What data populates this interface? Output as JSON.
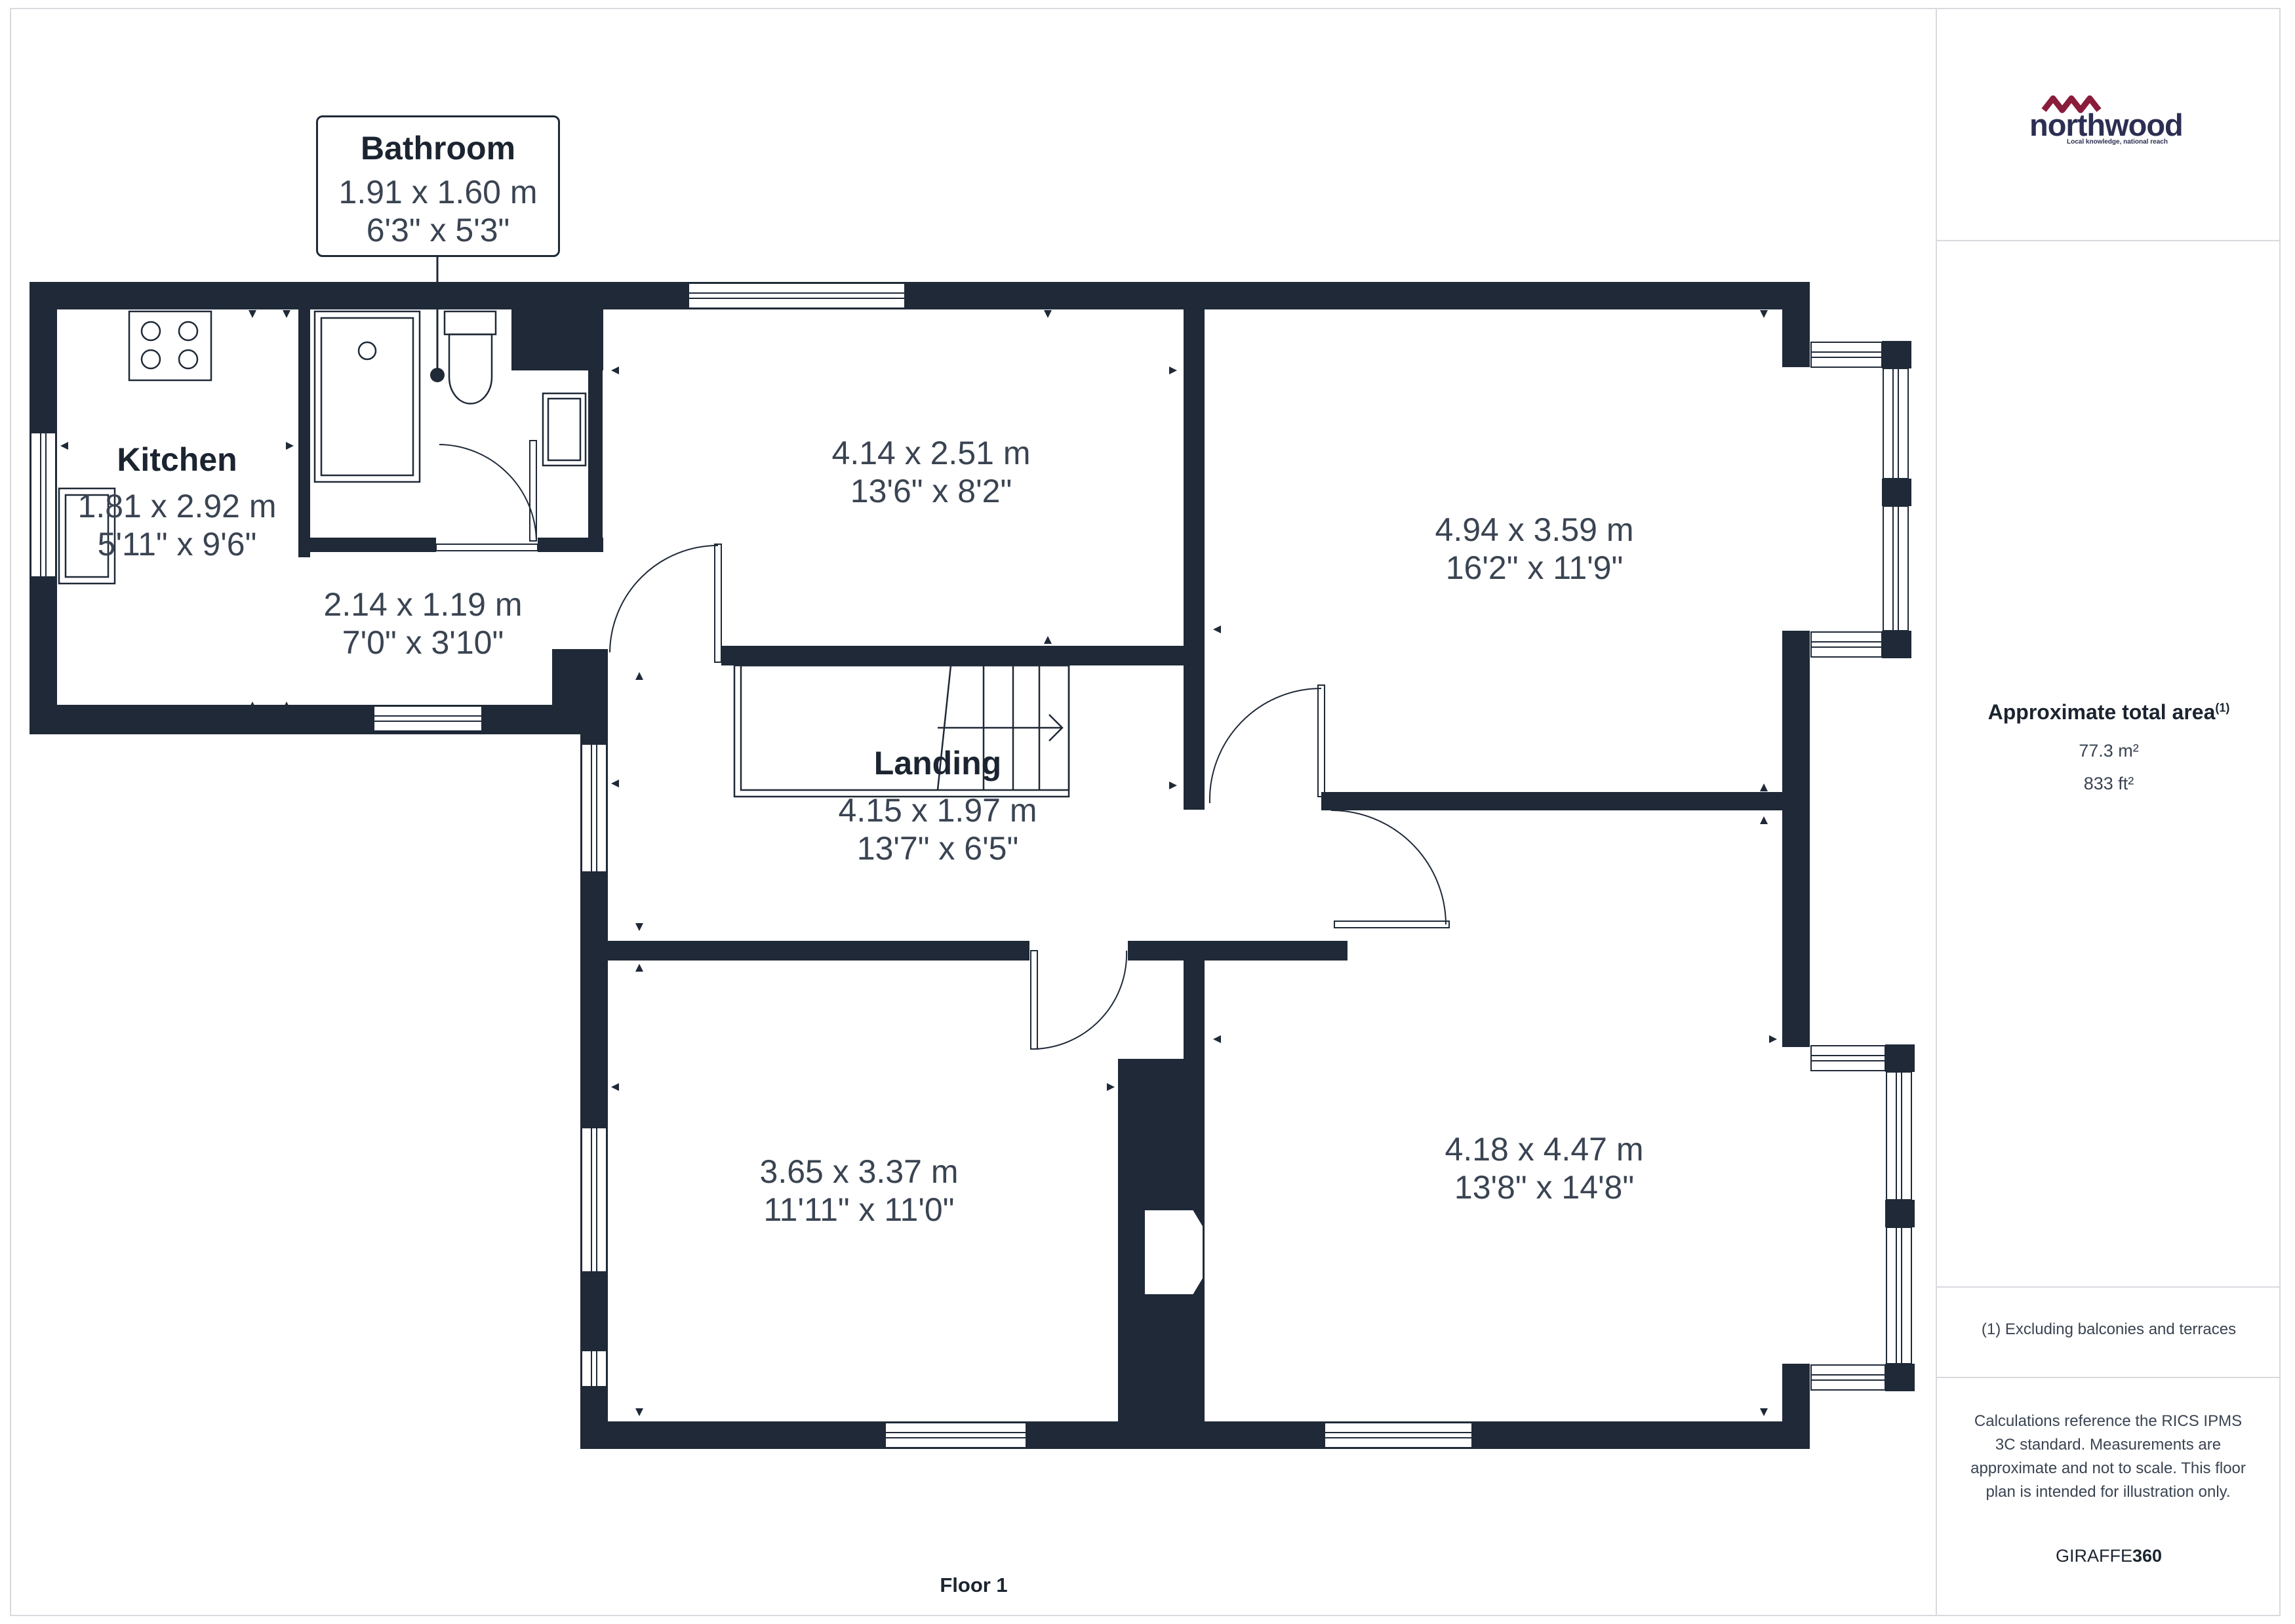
{
  "brand": {
    "name": "northwood",
    "tagline": "Local knowledge, national reach",
    "colors": {
      "accent": "#8a1c3c",
      "navy": "#2c2f52"
    }
  },
  "rooms": {
    "bathroom": {
      "name": "Bathroom",
      "metric": "1.91 x 1.60 m",
      "imperial": "6'3\" x 5'3\""
    },
    "kitchen": {
      "name": "Kitchen",
      "metric": "1.81 x 2.92 m",
      "imperial": "5'11\" x 9'6\""
    },
    "hall": {
      "metric": "2.14 x 1.19 m",
      "imperial": "7'0\" x 3'10\""
    },
    "box_room": {
      "metric": "4.14 x 2.51 m",
      "imperial": "13'6\" x 8'2\""
    },
    "bedroom_ne": {
      "metric": "4.94 x 3.59 m",
      "imperial": "16'2\" x 11'9\""
    },
    "landing": {
      "name": "Landing",
      "metric": "4.15 x 1.97 m",
      "imperial": "13'7\" x 6'5\""
    },
    "bedroom_sw": {
      "metric": "3.65 x 3.37 m",
      "imperial": "11'11\" x 11'0\""
    },
    "bedroom_se": {
      "metric": "4.18 x 4.47 m",
      "imperial": "13'8\" x 14'8\""
    }
  },
  "floor_label": "Floor 1",
  "area": {
    "heading": "Approximate total area",
    "heading_sup": "(1)",
    "metric": "77.3 m²",
    "imperial": "833 ft²"
  },
  "footnote": "(1) Excluding balconies and terraces",
  "disclaimer": "Calculations reference the RICS IPMS 3C standard. Measurements are approximate and not to scale. This floor plan is intended for illustration only.",
  "credit": {
    "prefix": "GIRAFFE",
    "suffix": "360"
  },
  "colors": {
    "wall": "#1f2937",
    "border": "#d8dade",
    "text": "#3a4452"
  }
}
